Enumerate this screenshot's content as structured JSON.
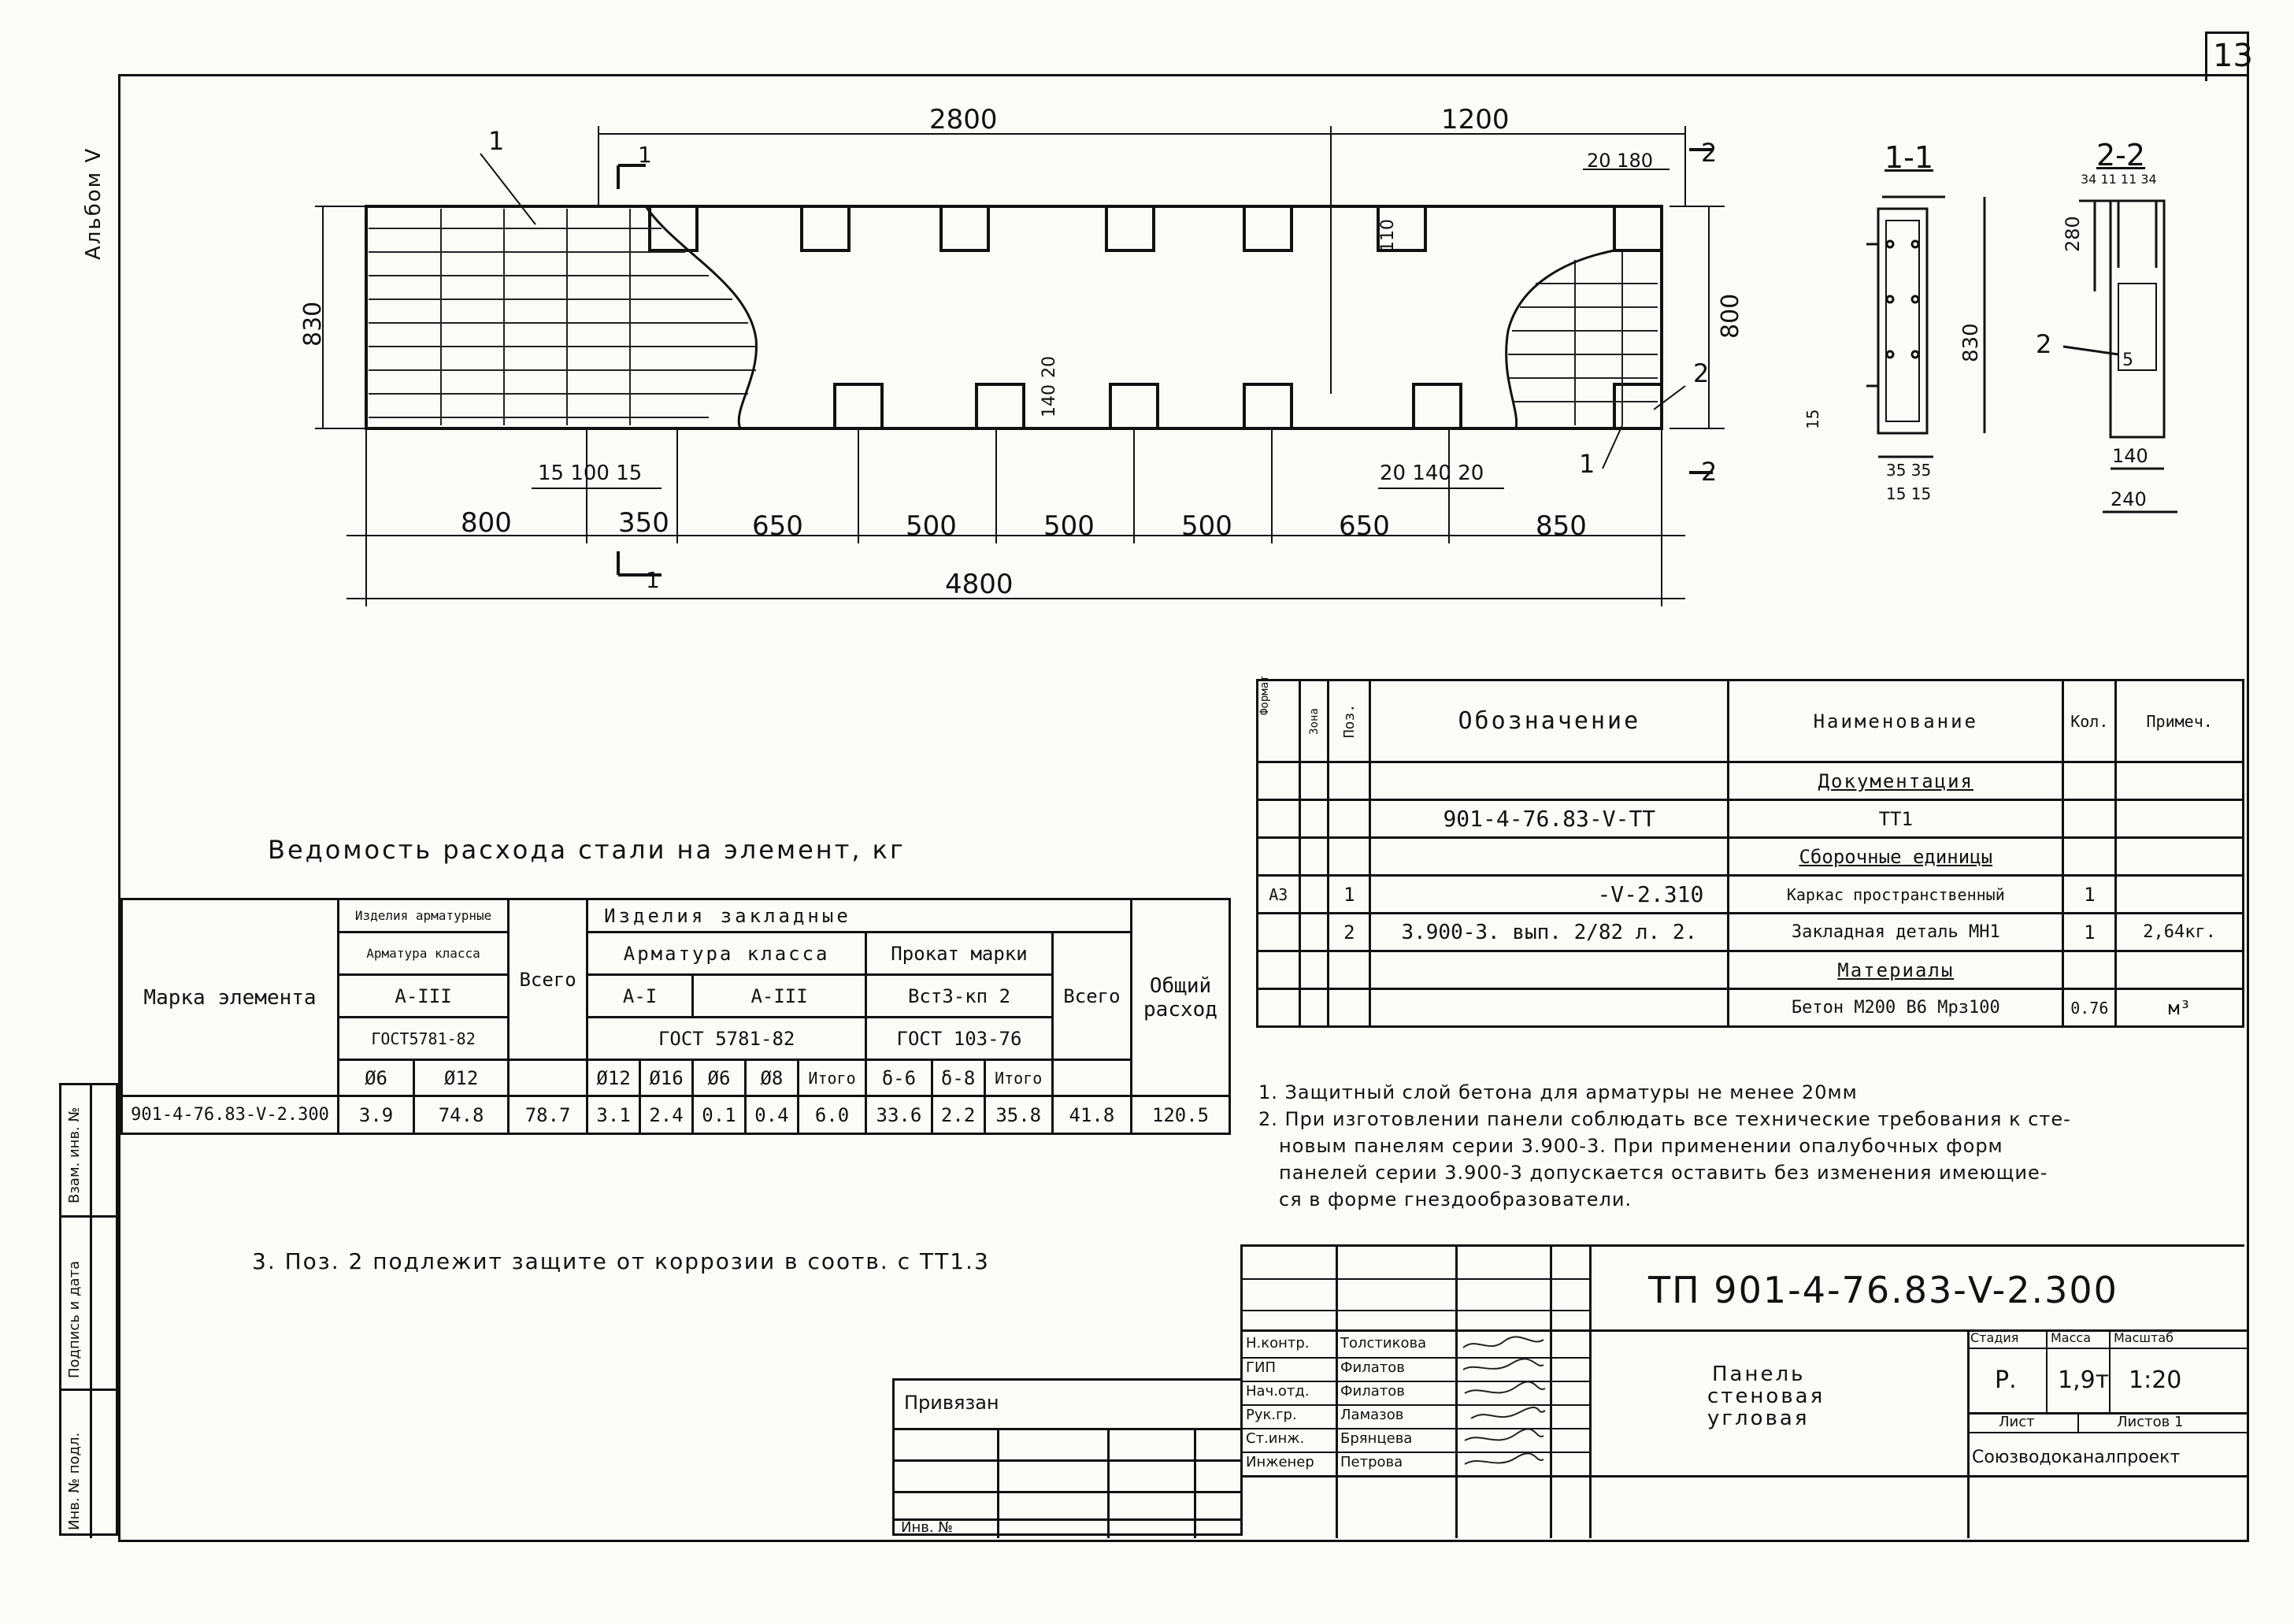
{
  "sheet": {
    "number": "13",
    "album": "Альбом V"
  },
  "drawing": {
    "dim_top_left": "2800",
    "dim_top_right": "1200",
    "dim_height": "830",
    "dim_height_inner": "800",
    "dim_right_top": "20 180",
    "dim_110": "110",
    "dim_20": "20",
    "dim_140": "140",
    "dim_bottom_left_small": "15 100 15",
    "dim_bottom_right_small": "20 140 20",
    "bottom_segments": [
      "800",
      "350",
      "650",
      "500",
      "500",
      "500",
      "650",
      "850"
    ],
    "dim_total": "4800",
    "callout_1": "1",
    "callout_2": "2",
    "section_1_label": "1-1",
    "section_2_label": "2-2",
    "sec1_dim_830": "830",
    "sec1_dim_bottom": "35 35",
    "sec1_dim_bottom2": "15 15",
    "sec1_dim_15": "15",
    "sec2_dim_top": "34 11 11 34",
    "sec2_dim_280": "280",
    "sec2_dim_5": "5",
    "sec2_dim_140": "140",
    "sec2_dim_240": "240"
  },
  "steel_table": {
    "title": "Ведомость расхода стали на элемент, кг",
    "col_marka": "Марка элемента",
    "col_izdelia_arm": "Изделия арматурные",
    "col_arm_klass": "Арматура класса",
    "col_a3": "А-III",
    "col_gost1": "ГОСТ5781-82",
    "col_vsego": "Всего",
    "col_izdelia_zakl": "Изделия закладные",
    "col_arm_klass2": "Арматура класса",
    "col_a1": "А-I",
    "col_a3b": "А-III",
    "col_gost2": "ГОСТ 5781-82",
    "col_prokat": "Прокат марки",
    "col_vst": "Вст3-кп 2",
    "col_gost3": "ГОСТ 103-76",
    "col_vsego2": "Всего",
    "col_total": "Общий расход",
    "sub_headers": [
      "Ø6",
      "Ø12",
      "Ø12",
      "Ø16",
      "Ø6",
      "Ø8",
      "Итого",
      "δ-6",
      "δ-8",
      "Итого"
    ],
    "row": [
      "901-4-76.83-V-2.300",
      "3.9",
      "74.8",
      "78.7",
      "3.1",
      "2.4",
      "0.1",
      "0.4",
      "6.0",
      "33.6",
      "2.2",
      "35.8",
      "41.8",
      "120.5"
    ]
  },
  "note_3": "3. Поз. 2 подлежит защите от коррозии в соотв. с ТТ1.3",
  "spec_table": {
    "headers": [
      "Формат",
      "Зона",
      "Поз.",
      "Обозначение",
      "Наименование",
      "Кол.",
      "Примеч."
    ],
    "rows": [
      [
        "",
        "",
        "",
        "",
        "Документация",
        "",
        ""
      ],
      [
        "",
        "",
        "",
        "901-4-76.83-V-ТТ",
        "ТТ1",
        "",
        ""
      ],
      [
        "",
        "",
        "",
        "",
        "Сборочные единицы",
        "",
        ""
      ],
      [
        "А3",
        "",
        "1",
        "-V-2.310",
        "Каркас пространственный",
        "1",
        ""
      ],
      [
        "",
        "",
        "2",
        "3.900-3. вып. 2/82 л. 2.",
        "Закладная деталь МН1",
        "1",
        "2,64кг."
      ],
      [
        "",
        "",
        "",
        "",
        "Материалы",
        "",
        ""
      ],
      [
        "",
        "",
        "",
        "",
        "Бетон М200 В6 Мрз100",
        "0.76",
        "м³"
      ]
    ]
  },
  "notes": [
    "1. Защитный слой бетона для арматуры не менее 20мм",
    "2. При изготовлении панели соблюдать все технические требования к сте-",
    "новым панелям серии 3.900-3. При применении опалубочных форм",
    "панелей серии 3.900-3 допускается оставить без изменения имеющие-",
    "ся в форме гнездообразователи."
  ],
  "side_stamp": [
    "Взам. инв. №",
    "Подпись и дата",
    "Инв. № подл."
  ],
  "privyazan": {
    "label": "Привязан",
    "inv": "Инв. №"
  },
  "title_block": {
    "code": "ТП 901-4-76.83-V-2.300",
    "roles": [
      "Н.контр.",
      "ГИП",
      "Нач.отд.",
      "Рук.гр.",
      "Ст.инж.",
      "Инженер"
    ],
    "names": [
      "Толстикова",
      "Филатов",
      "Филатов",
      "Ламазов",
      "Брянцева",
      "Петрова"
    ],
    "name_lines": [
      "Панель",
      "стеновая",
      "угловая"
    ],
    "stage_label": "Стадия",
    "mass_label": "Масса",
    "scale_label": "Масштаб",
    "stage": "Р.",
    "mass": "1,9т",
    "scale": "1:20",
    "sheet_label": "Лист",
    "sheets_label": "Листов 1",
    "org": "Союзводоканалпроект"
  }
}
